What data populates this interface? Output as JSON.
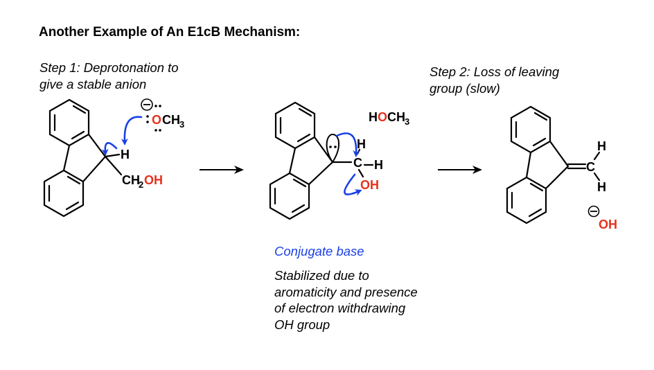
{
  "title": "Another Example of An E1cB Mechanism:",
  "step1": {
    "line1": "Step 1: Deprotonation to",
    "line2": "give a stable anion"
  },
  "step2": {
    "line1": "Step 2: Loss of leaving",
    "line2": "group (slow)"
  },
  "conjugate_base": "Conjugate base",
  "stabilized": {
    "line1": "Stabilized due to",
    "line2": "aromaticity and presence",
    "line3": "of electron withdrawing",
    "line4": "OH group"
  },
  "atoms": {
    "h": "H",
    "o": "O",
    "c": "C",
    "ch": "CH",
    "oh": "OH",
    "sub2": "2",
    "sub3": "3"
  },
  "colors": {
    "red": "#e8301c",
    "blue": "#1a3fe6",
    "black": "#000000"
  }
}
